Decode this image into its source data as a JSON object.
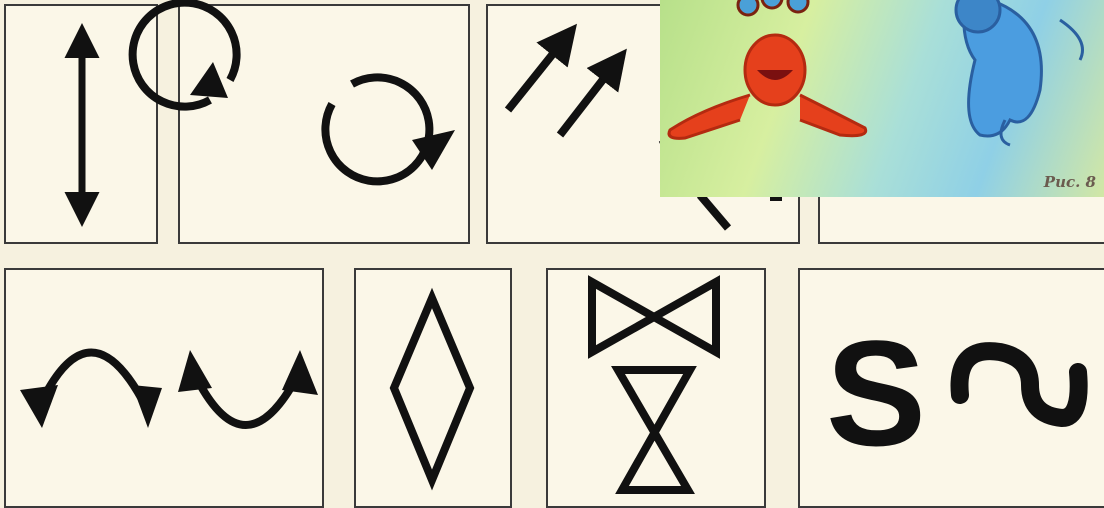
{
  "figure": {
    "caption": "Рис. 8"
  },
  "panels": [
    {
      "symbol": "vertical-double-arrow"
    },
    {
      "symbol": "circular-arrows"
    },
    {
      "symbol": "diagonal-arrows"
    },
    {
      "symbol": "blank"
    },
    {
      "symbol": "arc-arrows"
    },
    {
      "symbol": "diamond"
    },
    {
      "symbol": "bowtie-and-hourglass"
    },
    {
      "symbol": "s-shapes"
    }
  ]
}
